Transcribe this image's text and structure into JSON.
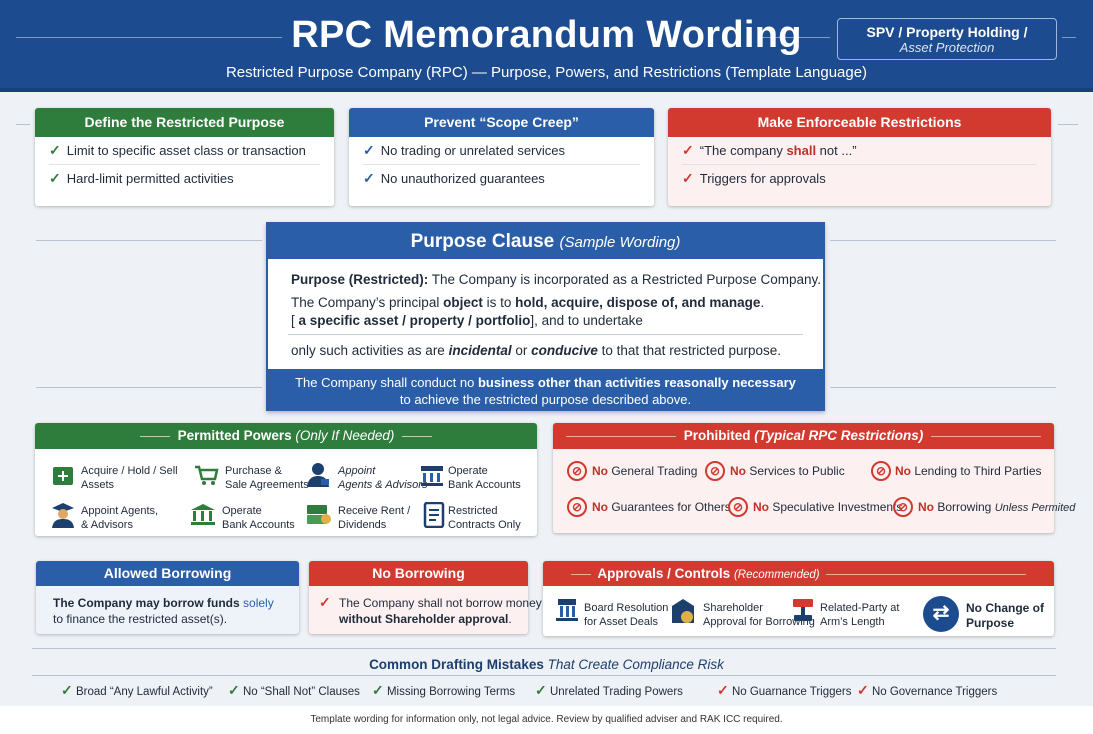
{
  "header": {
    "title": "RPC Memorandum Wording",
    "subtitle": "Restricted Purpose Company (RPC) — Purpose, Powers, and Restrictions (Template Language)",
    "badge_line1": "SPV / Property Holding /",
    "badge_line2": "Asset Protection"
  },
  "colors": {
    "navy": "#1d4b8f",
    "green": "#2f7d3d",
    "blue": "#2a5ea8",
    "red": "#d2392f"
  },
  "top_cards": [
    {
      "title": "Define the Restricted Purpose",
      "items": [
        "Limit to specific asset class or transaction",
        "Hard-limit permitted activities"
      ]
    },
    {
      "title": "Prevent “Scope Creep”",
      "items": [
        "No trading or unrelated services",
        "No unauthorized guarantees"
      ]
    },
    {
      "title": "Make Enforceable Restrictions",
      "item1_pre": "“The company ",
      "item1_bold": "shall",
      "item1_post": " not ...”",
      "item2": "Triggers for approvals"
    }
  ],
  "purpose_clause": {
    "title": "Purpose Clause",
    "title_note": "(Sample Wording)",
    "l1_label": "Purpose (Restricted):",
    "l1_text": " The Company is incorporated as a Restricted Purpose Company.",
    "l2_pre": "The Company’s principal ",
    "l2_obj": "object",
    "l2_mid": " is to ",
    "l2_bold": "hold, acquire, dispose of, and manage",
    "l2_end": ".",
    "l3_pre": "[ ",
    "l3_bold": "a specific asset / property / portfolio",
    "l3_post": "], and to undertake",
    "l4_a": "only such activities as are ",
    "l4_b": "incidental",
    "l4_c": " or ",
    "l4_d": "conducive",
    "l4_e": " to that that restricted purpose.",
    "f1_a": "The Company shall conduct no ",
    "f1_b": "business other than activities reasonally necessary",
    "f2": "to achieve the restricted purpose described above."
  },
  "permitted": {
    "title": "Permitted Powers",
    "note": "(Only If Needed)",
    "items": [
      {
        "l1": "Acquire / Hold / Sell",
        "l2": "Assets",
        "icon": "building-plus-icon"
      },
      {
        "l1": "Purchase &",
        "l2": "Sale Agreements",
        "icon": "cart-icon"
      },
      {
        "l1": "Appoint",
        "l2": "Agents & Advisors",
        "icon": "person-icon"
      },
      {
        "l1": "Operate",
        "l2": "Bank Accounts",
        "icon": "bank-icon"
      },
      {
        "l1": "Appoint Agents,",
        "l2": "& Advisors",
        "icon": "advisor-icon"
      },
      {
        "l1": "Operate",
        "l2": "Bank Accounts",
        "icon": "bank-icon"
      },
      {
        "l1": "Receive Rent /",
        "l2": "Dividends",
        "icon": "cash-icon"
      },
      {
        "l1": "Restricted",
        "l2": "Contracts Only",
        "icon": "contract-icon"
      }
    ]
  },
  "prohibited": {
    "title": "Prohibited",
    "note": "(Typical RPC Restrictions)",
    "items": [
      {
        "bold": "No",
        "rest": " General Trading"
      },
      {
        "bold": "No",
        "rest": " Services to Public"
      },
      {
        "bold": "No",
        "rest": " Lending to Third Parties"
      },
      {
        "bold": "No",
        "rest": " Guarantees for Others"
      },
      {
        "bold": "No",
        "rest": " Speculative Investments"
      },
      {
        "bold": "No",
        "rest": " Borrowing ",
        "italic": "Unless Permited"
      }
    ]
  },
  "allowed_borrowing": {
    "title": "Allowed Borrowing",
    "l1_bold": "The Company may borrow funds",
    "l1_blue": " solely",
    "l2": "to finance the restricted asset(s)."
  },
  "no_borrowing": {
    "title": "No Borrowing",
    "l1": "The Company shall not borrow money",
    "l2_bold": "without Shareholder approval",
    "l2_end": "."
  },
  "approvals": {
    "title": "Approvals / Controls",
    "note": "(Recommended)",
    "items": [
      {
        "l1": "Board Resolution",
        "l2": "for Asset Deals"
      },
      {
        "l1": "Shareholder",
        "l2": "Approval for Borrowing"
      },
      {
        "l1": "Related-Party at",
        "l2": "Arm’s Length"
      }
    ],
    "last_l1": "No Change of",
    "last_l2": "Purpose"
  },
  "mistakes": {
    "title_bold": "Common Drafting Mistakes",
    "title_rest": " That Create Compliance Risk",
    "items": [
      {
        "check": "✓",
        "text": "Broad “Any Lawful Activity”"
      },
      {
        "check": "✓",
        "text": "No “Shall Not” Clauses"
      },
      {
        "check": "✓",
        "text": "Missing Borrowing Terms"
      },
      {
        "check": "✓",
        "text": "Unrelated Trading Powers"
      },
      {
        "check": "✓",
        "text": "No Guarnance Triggers"
      },
      {
        "check": "✓",
        "text": "No Governance Triggers"
      }
    ]
  },
  "footer": "Template wording for information only, not legal advice. Review by qualified adviser and RAK ICC required."
}
